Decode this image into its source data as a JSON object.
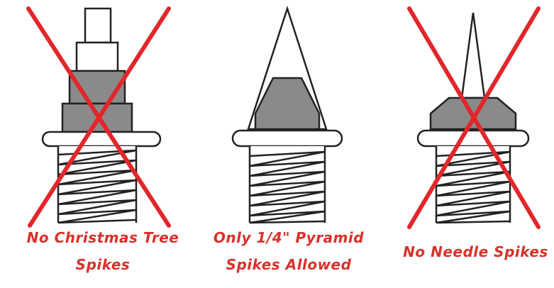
{
  "figures": [
    {
      "id": "christmas-tree",
      "allowed": false,
      "caption_lines": [
        "No Christmas Tree",
        "Spikes"
      ]
    },
    {
      "id": "pyramid",
      "allowed": true,
      "caption_lines": [
        "Only 1/4\" Pyramid",
        "Spikes Allowed"
      ]
    },
    {
      "id": "needle",
      "allowed": false,
      "caption_lines": [
        "No Needle Spikes"
      ]
    }
  ],
  "colors": {
    "caption": "#d8322b",
    "cross": "#e2262a",
    "outline": "#222222",
    "metal_dark": "#8a8a8a",
    "metal_light": "#ffffff"
  }
}
